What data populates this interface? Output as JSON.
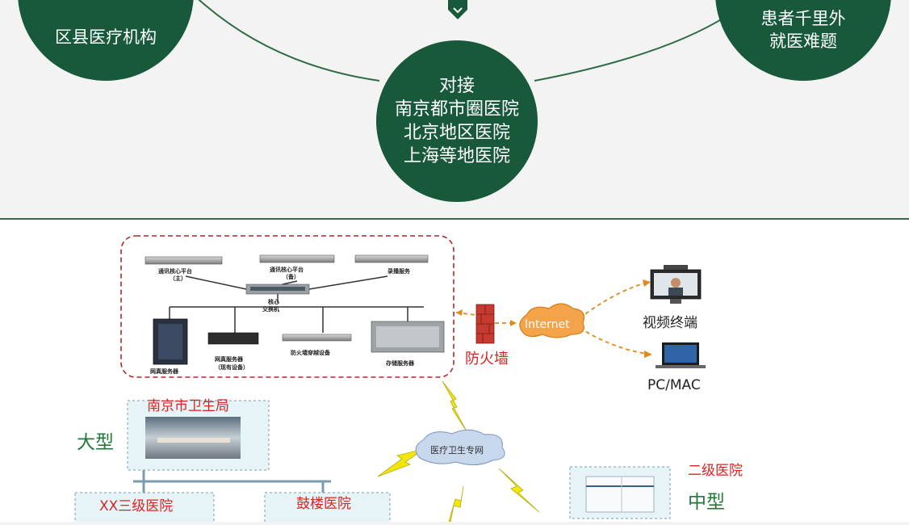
{
  "top": {
    "left_circle": {
      "text": "区县医疗机构"
    },
    "center_circle": {
      "lines": [
        "对接",
        "南京都市圈医院",
        "北京地区医院",
        "上海等地医院"
      ]
    },
    "right_circle": {
      "lines": [
        "患者千里外",
        "就医难题"
      ]
    }
  },
  "network": {
    "servers": {
      "core_main": [
        "通讯核心平台",
        "（主）"
      ],
      "core_backup": [
        "通讯核心平台",
        "（备）"
      ],
      "recording": "录播服务",
      "core_switch": [
        "核心",
        "交换机"
      ],
      "gateway": "网真服务器",
      "gateway_existing": [
        "网真服务器",
        "（现有设备）"
      ],
      "firewall_traversal": "防火墙穿越设备",
      "storage": "存储服务器"
    },
    "firewall_label": "防火墙",
    "internet_label": "Internet",
    "video_terminal_label": "视频终端",
    "pc_mac_label": "PC/MAC",
    "health_network_label": "医疗卫生专网",
    "sites": {
      "nanjing_health_bureau": "南京市卫生局",
      "large_label": "大型",
      "xx_hospital": "XX三级医院",
      "gulou_hospital": "鼓楼医院",
      "secondary_hospital": "二级医院",
      "medium_label": "中型"
    }
  }
}
